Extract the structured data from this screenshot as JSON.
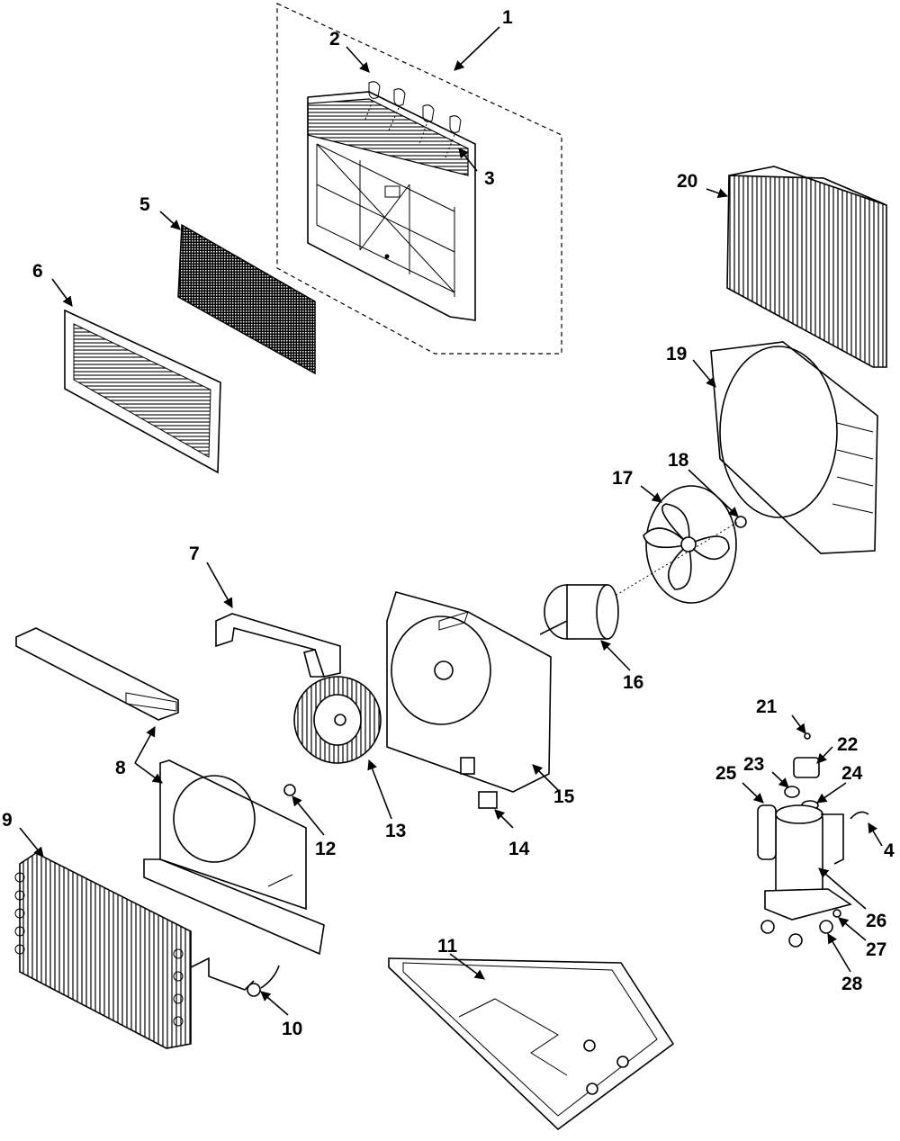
{
  "callouts": [
    "1",
    "2",
    "3",
    "4",
    "5",
    "6",
    "7",
    "8",
    "9",
    "10",
    "11",
    "12",
    "13",
    "14",
    "15",
    "16",
    "17",
    "18",
    "19",
    "20",
    "21",
    "22",
    "23",
    "24",
    "25",
    "26",
    "27",
    "28"
  ],
  "parts": [
    "front-panel-assembly",
    "louver",
    "louver",
    "discharge-tube",
    "filter",
    "front-grille",
    "duct",
    "control-box",
    "evaporator-coil",
    "capillary-tube",
    "base-pan",
    "nut",
    "blower-wheel",
    "bushing",
    "fan-housing",
    "fan-motor",
    "propeller-fan",
    "nut",
    "shroud",
    "condenser-coil",
    "screw",
    "overload-protector",
    "terminal-cover",
    "gasket",
    "capacitor",
    "compressor",
    "nut",
    "grommet"
  ],
  "line_color": "#000000",
  "background_color": "#ffffff"
}
